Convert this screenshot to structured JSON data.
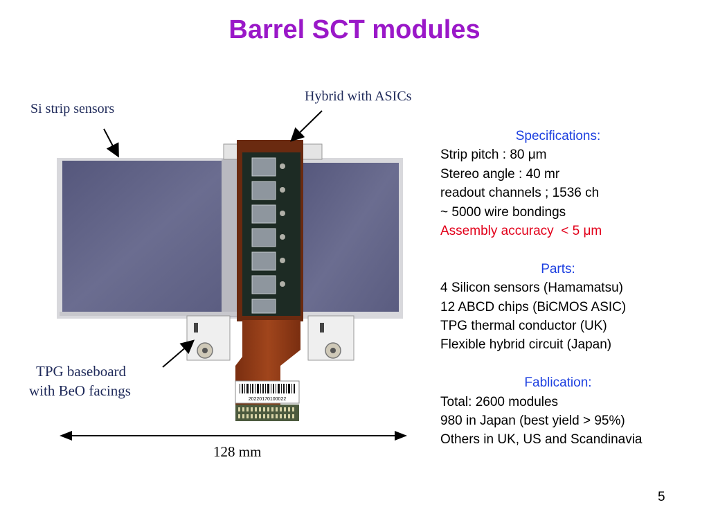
{
  "title": "Barrel SCT modules",
  "figure": {
    "labels": {
      "si_strip": "Si strip sensors",
      "hybrid": "Hybrid with ASICs",
      "tpg_line1": "TPG baseboard",
      "tpg_line2": "with BeO facings",
      "dimension": "128 mm"
    },
    "barcode_text": "20220170100022"
  },
  "specifications": {
    "heading": "Specifications:",
    "items": [
      "Strip pitch : 80 μm",
      "Stereo angle : 40 mr",
      "readout channels ; 1536 ch",
      "~ 5000 wire bondings"
    ],
    "highlight": "Assembly accuracy  < 5 μm"
  },
  "parts": {
    "heading": "Parts:",
    "items": [
      "4 Silicon sensors (Hamamatsu)",
      "12 ABCD chips (BiCMOS ASIC)",
      "TPG thermal conductor (UK)",
      "Flexible hybrid circuit (Japan)"
    ]
  },
  "fablication": {
    "heading": "Fablication:",
    "items": [
      "Total: 2600 modules",
      "980 in Japan (best yield > 95%)",
      "Others in UK, US and Scandinavia"
    ]
  },
  "page_number": "5",
  "colors": {
    "title": "#9a18c8",
    "heading": "#1c3fe0",
    "highlight": "#e2001a"
  }
}
